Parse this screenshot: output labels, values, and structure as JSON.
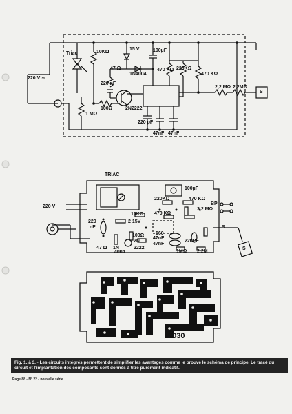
{
  "schematic": {
    "labels": {
      "triac": "Triac",
      "r_10k": "10KΩ",
      "v_15": "15 V",
      "c_100uf": "100µF",
      "ac_220": "220 V ∼",
      "r_47": "47 Ω",
      "diode": "1N4004",
      "c_220nf": "220 nF",
      "r_470k": "470 KΩ",
      "r_220k": "220KΩ",
      "r_470k_b": "470 KΩ",
      "r_100": "100Ω",
      "transistor": "2N2222",
      "r_22m_a": "2,2 MΩ",
      "r_22m_b": "2,2MΩ",
      "r_1m": "1 MΩ",
      "c_220pf": "220 pF",
      "c_47nf_a": "47nF",
      "c_47nf_b": "47nF",
      "sensor": "S"
    }
  },
  "layout_board": {
    "labels": {
      "triac": "TRIAC",
      "ac_220": "220 V",
      "c_100uf": "100µF",
      "r_220k": "220KΩ",
      "r_470k": "470 KΩ",
      "bp": "BP",
      "r_22m": "2,2 MΩ",
      "r_10k": "10KΩ",
      "v_15": "2 15V",
      "r_470k_b": "470 KΩ",
      "c_220": "220",
      "c_nf": "nF",
      "r_100": "100Ω",
      "transistor_a": "2N",
      "transistor_b": "2222",
      "r_47": "47 Ω",
      "diode_a": "1N",
      "diode_b": "4004",
      "ic": "560",
      "c_47nf_a": "47nF",
      "c_47nf_b": "47nF",
      "c_220pf": "220PF",
      "r_1m": "1MΩ",
      "r_22m_b": "2,2M",
      "sensor": "S",
      "s_label": "S"
    }
  },
  "pcb": {
    "number": "2030"
  },
  "caption": "Fig. 1. à 3. - Les circuits intégrés permettent de simplifier les avantages comme le prouve le schéma de principe. Le tracé du circuit et l'implantation des composants sont donnés à titre purement indicatif.",
  "footer": "Page 88 - N° 22 - nouvelle série"
}
